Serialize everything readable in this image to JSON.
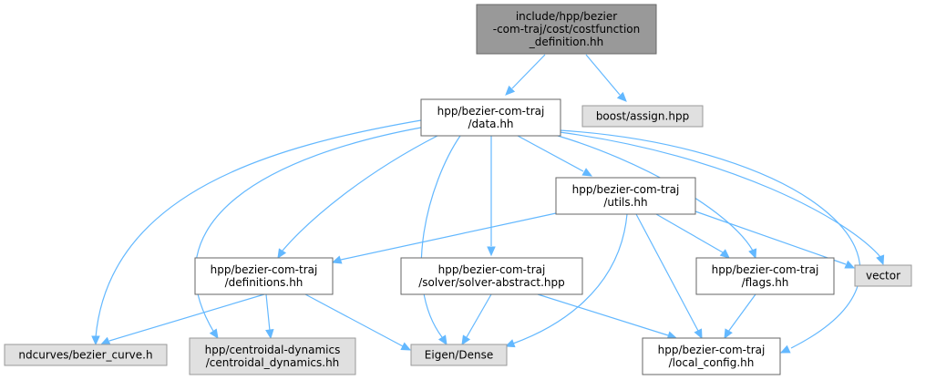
{
  "colors": {
    "root_fill": "#999999",
    "node_fill": "#ffffff",
    "external_fill": "#e0e0e0",
    "node_border": "#666666",
    "external_border": "#999999",
    "edge": "#63b8ff"
  },
  "nodes": {
    "costfunction": {
      "lines": [
        "include/hpp/bezier",
        "-com-traj/cost/costfunction",
        "_definition.hh"
      ]
    },
    "data": {
      "lines": [
        "hpp/bezier-com-traj",
        "/data.hh"
      ]
    },
    "boost_assign": {
      "lines": [
        "boost/assign.hpp"
      ]
    },
    "utils": {
      "lines": [
        "hpp/bezier-com-traj",
        "/utils.hh"
      ]
    },
    "definitions": {
      "lines": [
        "hpp/bezier-com-traj",
        "/definitions.hh"
      ]
    },
    "solver_abstract": {
      "lines": [
        "hpp/bezier-com-traj",
        "/solver/solver-abstract.hpp"
      ]
    },
    "flags": {
      "lines": [
        "hpp/bezier-com-traj",
        "/flags.hh"
      ]
    },
    "vector": {
      "lines": [
        "vector"
      ]
    },
    "bezier_curve": {
      "lines": [
        "ndcurves/bezier_curve.h"
      ]
    },
    "centroidal": {
      "lines": [
        "hpp/centroidal-dynamics",
        "/centroidal_dynamics.hh"
      ]
    },
    "eigen_dense": {
      "lines": [
        "Eigen/Dense"
      ]
    },
    "local_config": {
      "lines": [
        "hpp/bezier-com-traj",
        "/local_config.hh"
      ]
    }
  }
}
